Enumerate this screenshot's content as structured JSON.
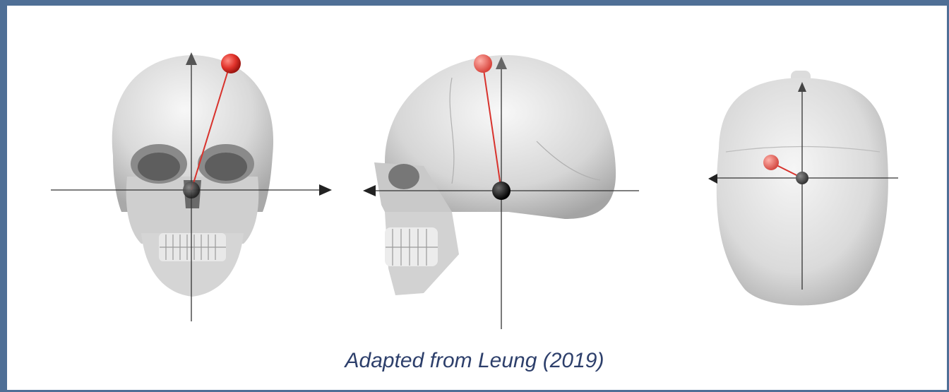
{
  "caption": "Adapted from Leung (2019)",
  "views": [
    {
      "name": "frontal-view",
      "icon": "skull-front-icon"
    },
    {
      "name": "lateral-view",
      "icon": "skull-side-icon"
    },
    {
      "name": "superior-view",
      "icon": "skull-top-icon"
    }
  ],
  "colors": {
    "border": "#4f6f96",
    "marker": "#d8322c",
    "caption": "#2d3f6b",
    "axis": "#333333"
  }
}
